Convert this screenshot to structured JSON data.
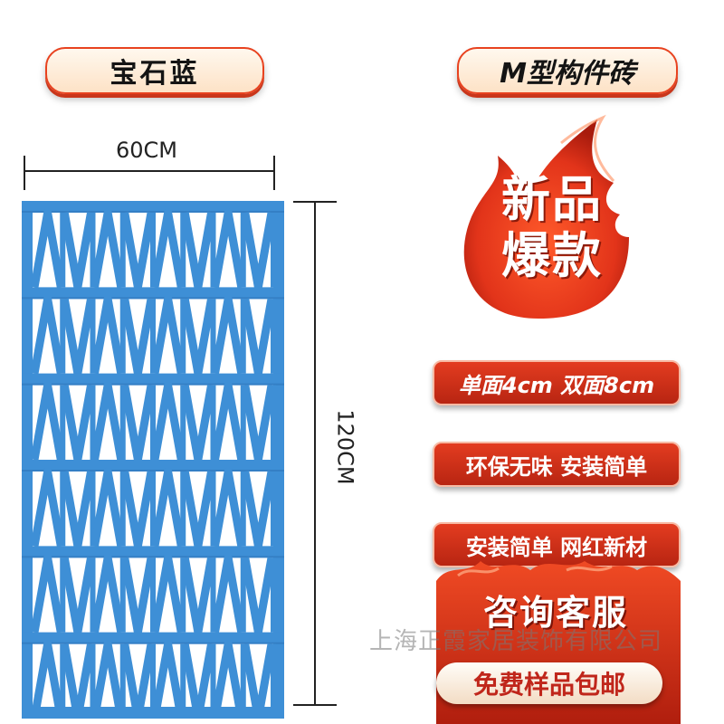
{
  "color_label": "宝石蓝",
  "product_label": "M型构件砖",
  "dimensions": {
    "width": "60CM",
    "height": "120CM"
  },
  "promo_badge": "新品爆款",
  "features": [
    "单面4cm 双面8cm",
    "环保无味 安装简单",
    "安装简单 网红新材"
  ],
  "cta": {
    "consult": "咨询客服",
    "free_sample": "免费样品包邮"
  },
  "watermark": "上海正霞家居装饰有限公司",
  "colors": {
    "tile_blue": "#3e8fd6",
    "accent_red": "#d9321a",
    "pill_bg": "#fde8d2"
  }
}
